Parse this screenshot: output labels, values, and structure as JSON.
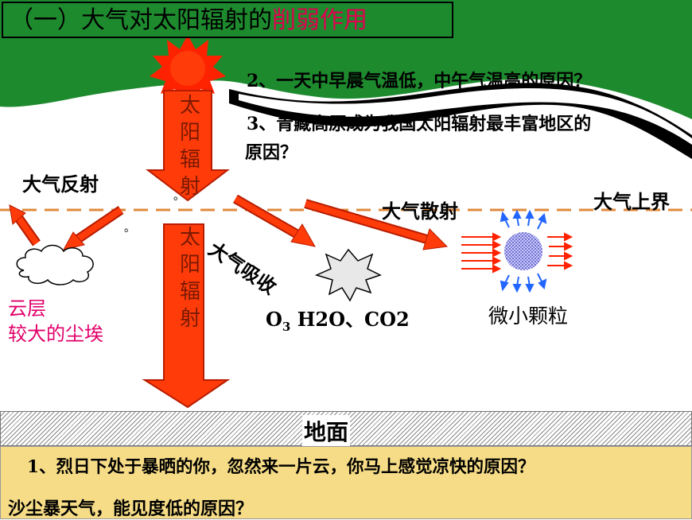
{
  "title": {
    "prefix": "（一）大气对太阳辐射的",
    "highlight": "削弱作用"
  },
  "questions": {
    "q2": "2、一天中早晨气温低，中午气温高的原因？",
    "q3_line1": "3、青藏高原成为我国太阳辐射最丰富地区的",
    "q3_line2": "原因？",
    "q1": "1、烈日下处于暴晒的你，忽然来一片云，你马上感觉凉快的原因？",
    "q_dust": "沙尘暴天气，能见度低的原因？"
  },
  "labels": {
    "reflection": "大气反射",
    "scattering": "大气散射",
    "absorption": "大气吸收",
    "upper_boundary": "大气上界",
    "cloud_line1": "云层",
    "cloud_line2": "较大的尘埃",
    "particles": "微小颗粒",
    "ground": "地面"
  },
  "arrow_text_top": [
    "太",
    "阳",
    "辐",
    "射"
  ],
  "arrow_text_bottom": [
    "太",
    "阳",
    "辐",
    "射"
  ],
  "gases": {
    "o3": "O",
    "o3_sub": "3",
    "rest": "H2O、CO2"
  },
  "dots": [
    "。",
    "。"
  ],
  "colors": {
    "green_band": "#1e8a2e",
    "arrow_fill": "#ff3b0a",
    "arrow_outline": "#b81c00",
    "highlight": "#e0004f",
    "dashed_line": "#e08a3c",
    "ground_bar": "#f6dc86",
    "scatter_arrow": "#2266ff"
  }
}
